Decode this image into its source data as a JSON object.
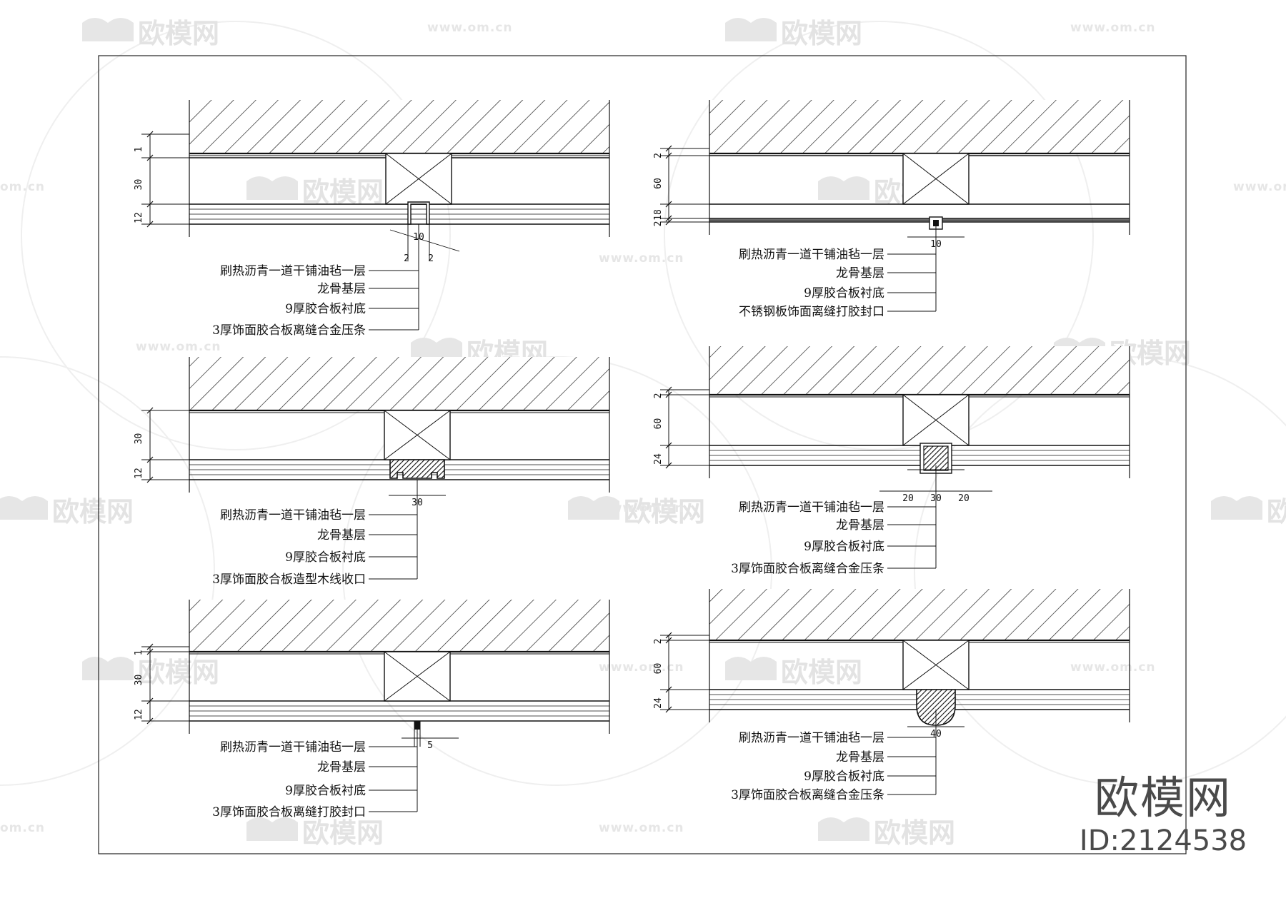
{
  "watermark": {
    "brand": "欧模网",
    "url": "www.om.cn",
    "url_short": "om.cn",
    "id_text": "ID:2124538"
  },
  "details": [
    {
      "dims_left": [
        "1",
        "30",
        "12"
      ],
      "dims_bottom": [
        "10",
        "2",
        "2"
      ],
      "labels": [
        "刷热沥青一道干铺油毡一层",
        "龙骨基层",
        "9厚胶合板衬底",
        "3厚饰面胶合板离缝合金压条"
      ]
    },
    {
      "dims_left": [
        "2",
        "60",
        "18",
        "2"
      ],
      "dims_bottom": [
        "10"
      ],
      "labels": [
        "刷热沥青一道干铺油毡一层",
        "龙骨基层",
        "9厚胶合板衬底",
        "不锈钢板饰面离缝打胶封口"
      ]
    },
    {
      "dims_left": [
        "30",
        "12"
      ],
      "dims_bottom": [
        "30"
      ],
      "labels": [
        "刷热沥青一道干铺油毡一层",
        "龙骨基层",
        "9厚胶合板衬底",
        "3厚饰面胶合板造型木线收口"
      ]
    },
    {
      "dims_left": [
        "2",
        "60",
        "24"
      ],
      "dims_bottom": [
        "20",
        "30",
        "20"
      ],
      "labels": [
        "刷热沥青一道干铺油毡一层",
        "龙骨基层",
        "9厚胶合板衬底",
        "3厚饰面胶合板离缝合金压条"
      ]
    },
    {
      "dims_left": [
        "1",
        "30",
        "12"
      ],
      "dims_bottom": [
        "5"
      ],
      "labels": [
        "刷热沥青一道干铺油毡一层",
        "龙骨基层",
        "9厚胶合板衬底",
        "3厚饰面胶合板离缝打胶封口"
      ]
    },
    {
      "dims_left": [
        "2",
        "60",
        "24"
      ],
      "dims_bottom": [
        "40"
      ],
      "labels": [
        "刷热沥青一道干铺油毡一层",
        "龙骨基层",
        "9厚胶合板衬底",
        "3厚饰面胶合板离缝合金压条"
      ]
    }
  ]
}
